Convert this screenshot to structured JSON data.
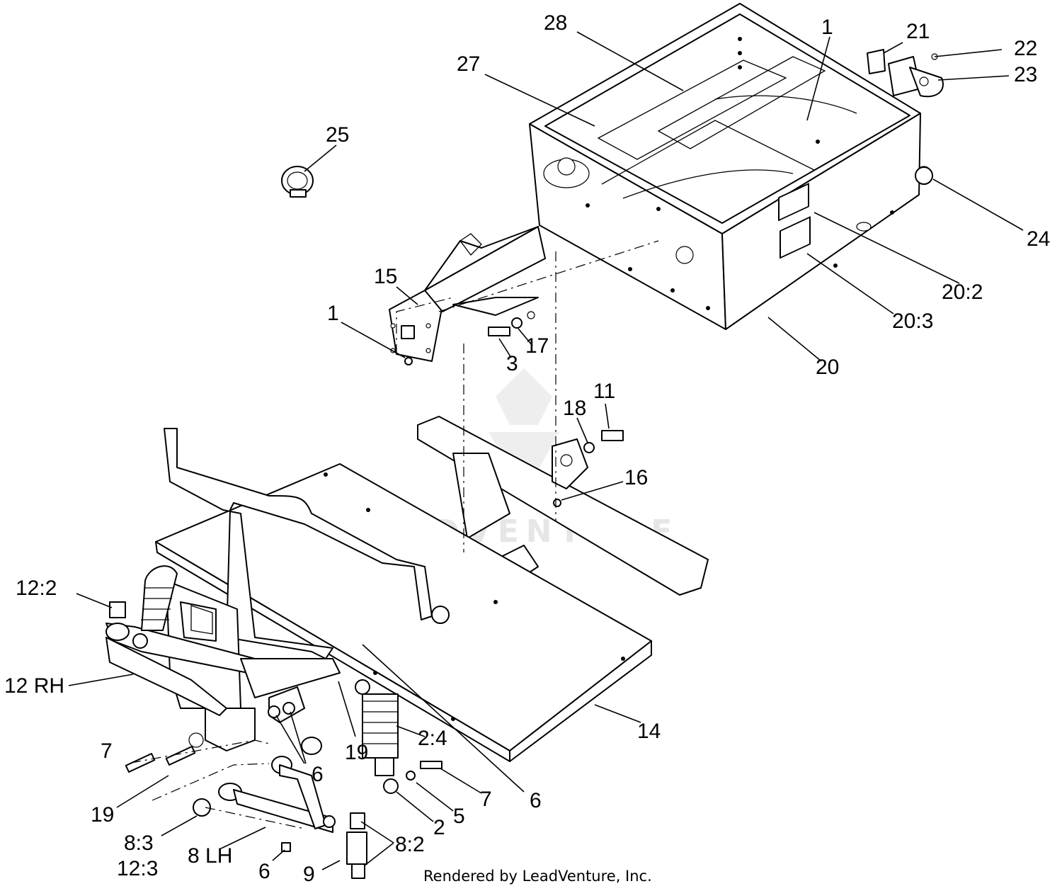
{
  "watermark": "LEADVENTURE",
  "credit": "Rendered by LeadVenture, Inc.",
  "callouts": [
    {
      "id": "c28",
      "label": "28"
    },
    {
      "id": "c1a",
      "label": "1"
    },
    {
      "id": "c21",
      "label": "21"
    },
    {
      "id": "c22",
      "label": "22"
    },
    {
      "id": "c23",
      "label": "23"
    },
    {
      "id": "c27",
      "label": "27"
    },
    {
      "id": "c25",
      "label": "25"
    },
    {
      "id": "c24",
      "label": "24"
    },
    {
      "id": "c15",
      "label": "15"
    },
    {
      "id": "c1b",
      "label": "1"
    },
    {
      "id": "c17",
      "label": "17"
    },
    {
      "id": "c3",
      "label": "3"
    },
    {
      "id": "c202",
      "label": "20:2"
    },
    {
      "id": "c203",
      "label": "20:3"
    },
    {
      "id": "c20",
      "label": "20"
    },
    {
      "id": "c11",
      "label": "11"
    },
    {
      "id": "c18",
      "label": "18"
    },
    {
      "id": "c16",
      "label": "16"
    },
    {
      "id": "c122",
      "label": "12:2"
    },
    {
      "id": "c12rh",
      "label": "12 RH"
    },
    {
      "id": "c14",
      "label": "14"
    },
    {
      "id": "c24b",
      "label": "2:4"
    },
    {
      "id": "c19a",
      "label": "19"
    },
    {
      "id": "c7a",
      "label": "7"
    },
    {
      "id": "c6a",
      "label": "6"
    },
    {
      "id": "c7b",
      "label": "7"
    },
    {
      "id": "c6b",
      "label": "6"
    },
    {
      "id": "c19b",
      "label": "19"
    },
    {
      "id": "c5",
      "label": "5"
    },
    {
      "id": "c2",
      "label": "2"
    },
    {
      "id": "c83",
      "label": "8:3"
    },
    {
      "id": "c123",
      "label": "12:3"
    },
    {
      "id": "c8lh",
      "label": "8 LH"
    },
    {
      "id": "c82",
      "label": "8:2"
    },
    {
      "id": "c6c",
      "label": "6"
    },
    {
      "id": "c9",
      "label": "9"
    }
  ]
}
